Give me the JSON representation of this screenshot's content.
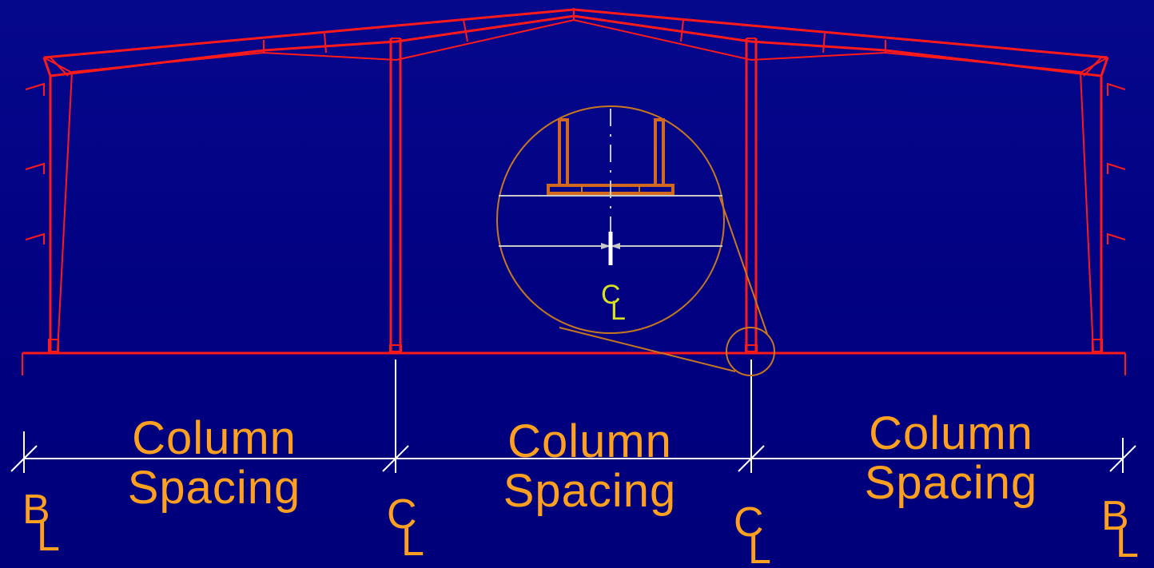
{
  "diagram": {
    "column_labels": [
      {
        "line1": "Column",
        "line2": "Spacing"
      },
      {
        "line1": "Column",
        "line2": "Spacing"
      },
      {
        "line1": "Column",
        "line2": "Spacing"
      }
    ],
    "axis_marks": [
      {
        "big": "B",
        "sub": "L"
      },
      {
        "big": "C",
        "sub": "L"
      },
      {
        "big": "C",
        "sub": "L"
      },
      {
        "big": "B",
        "sub": "L"
      }
    ],
    "detail_centerline": {
      "big": "C",
      "sub": "L"
    },
    "colors": {
      "background": "#000080",
      "frame": "#ff1a1a",
      "dimension": "#ffffff",
      "label": "#ffa020",
      "detail": "#c8781e",
      "centerline": "#d8e020"
    }
  }
}
